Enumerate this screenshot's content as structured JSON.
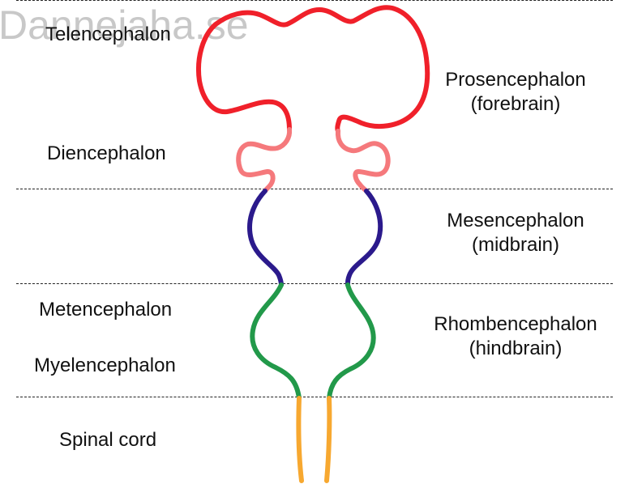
{
  "watermark": "Dannejaha.se",
  "left_labels": {
    "telencephalon": "Telencephalon",
    "diencephalon": "Diencephalon",
    "metencephalon": "Metencephalon",
    "myelencephalon": "Myelencephalon",
    "spinal_cord": "Spinal cord"
  },
  "right_labels": {
    "prosencephalon": [
      "Prosencephalon",
      "(forebrain)"
    ],
    "mesencephalon": [
      "Mesencephalon",
      "(midbrain)"
    ],
    "rhombencephalon": [
      "Rhombencephalon",
      "(hindbrain)"
    ]
  },
  "colors": {
    "telencephalon": "#f0202a",
    "diencephalon": "#f5797c",
    "mesencephalon": "#2b1a8c",
    "rhombencephalon": "#22994a",
    "spinal_cord": "#f7a830",
    "divider": "#222222"
  }
}
